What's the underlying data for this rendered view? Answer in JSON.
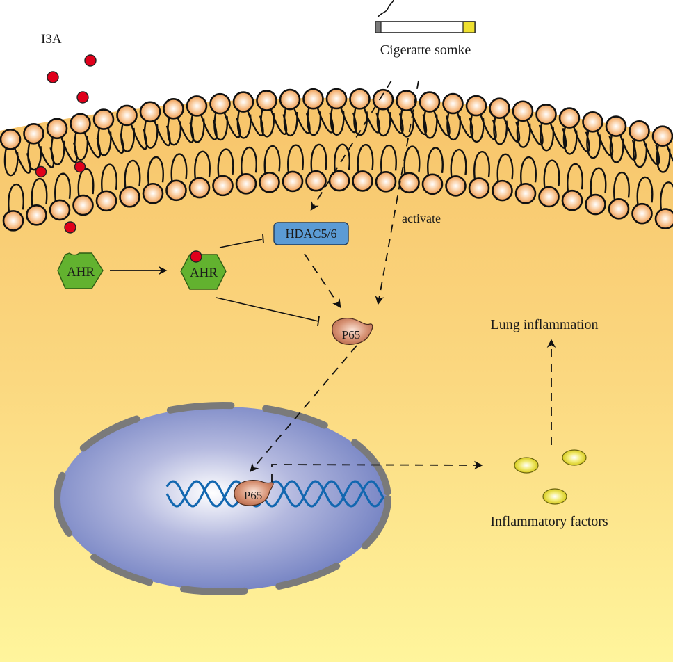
{
  "diagram": {
    "title": "I3A / AHR pathway inhibiting cigarette-smoke induced P65 activation",
    "labels": {
      "ligand": "I3A",
      "stimulus": "Cigeratte somke",
      "activate": "activate",
      "receptor_free": "AHR",
      "receptor_bound": "AHR",
      "hdac": "HDAC5/6",
      "p65_cytoplasm": "P65",
      "p65_nucleus": "P65",
      "outcome": "Lung inflammation",
      "factors": "Inflammatory factors"
    },
    "relations": [
      {
        "from": "I3A",
        "to": "AHR",
        "type": "binds"
      },
      {
        "from": "AHR",
        "to": "AHR (I3A-bound)",
        "type": "activation"
      },
      {
        "from": "AHR (I3A-bound)",
        "to": "HDAC5/6",
        "type": "inhibition"
      },
      {
        "from": "AHR (I3A-bound)",
        "to": "P65",
        "type": "inhibition"
      },
      {
        "from": "Cigeratte somke",
        "to": "HDAC5/6",
        "type": "dashed-activation"
      },
      {
        "from": "Cigeratte somke",
        "to": "P65",
        "type": "dashed-activation",
        "label": "activate"
      },
      {
        "from": "HDAC5/6",
        "to": "P65",
        "type": "dashed-activation"
      },
      {
        "from": "P65",
        "to": "P65 (nucleus/DNA)",
        "type": "dashed-translocation"
      },
      {
        "from": "P65 (nucleus/DNA)",
        "to": "Inflammatory factors",
        "type": "dashed-activation"
      },
      {
        "from": "Inflammatory factors",
        "to": "Lung inflammation",
        "type": "dashed-activation"
      }
    ],
    "colors": {
      "cytoplasm_top": "#f7c56c",
      "cytoplasm_bottom": "#fff59c",
      "phospholipid_head": "#f0a860",
      "ligand": "#e0001b",
      "ahr": "#62b22f",
      "hdac": "#5b9bd5",
      "p65": "#c8785a",
      "nucleus": "#7b88c6",
      "nuclear_envelope": "#7a7a7a",
      "dna": "#1267b0",
      "factor": "#e8dc2a",
      "cigarette_filter": "#e8e030"
    }
  }
}
